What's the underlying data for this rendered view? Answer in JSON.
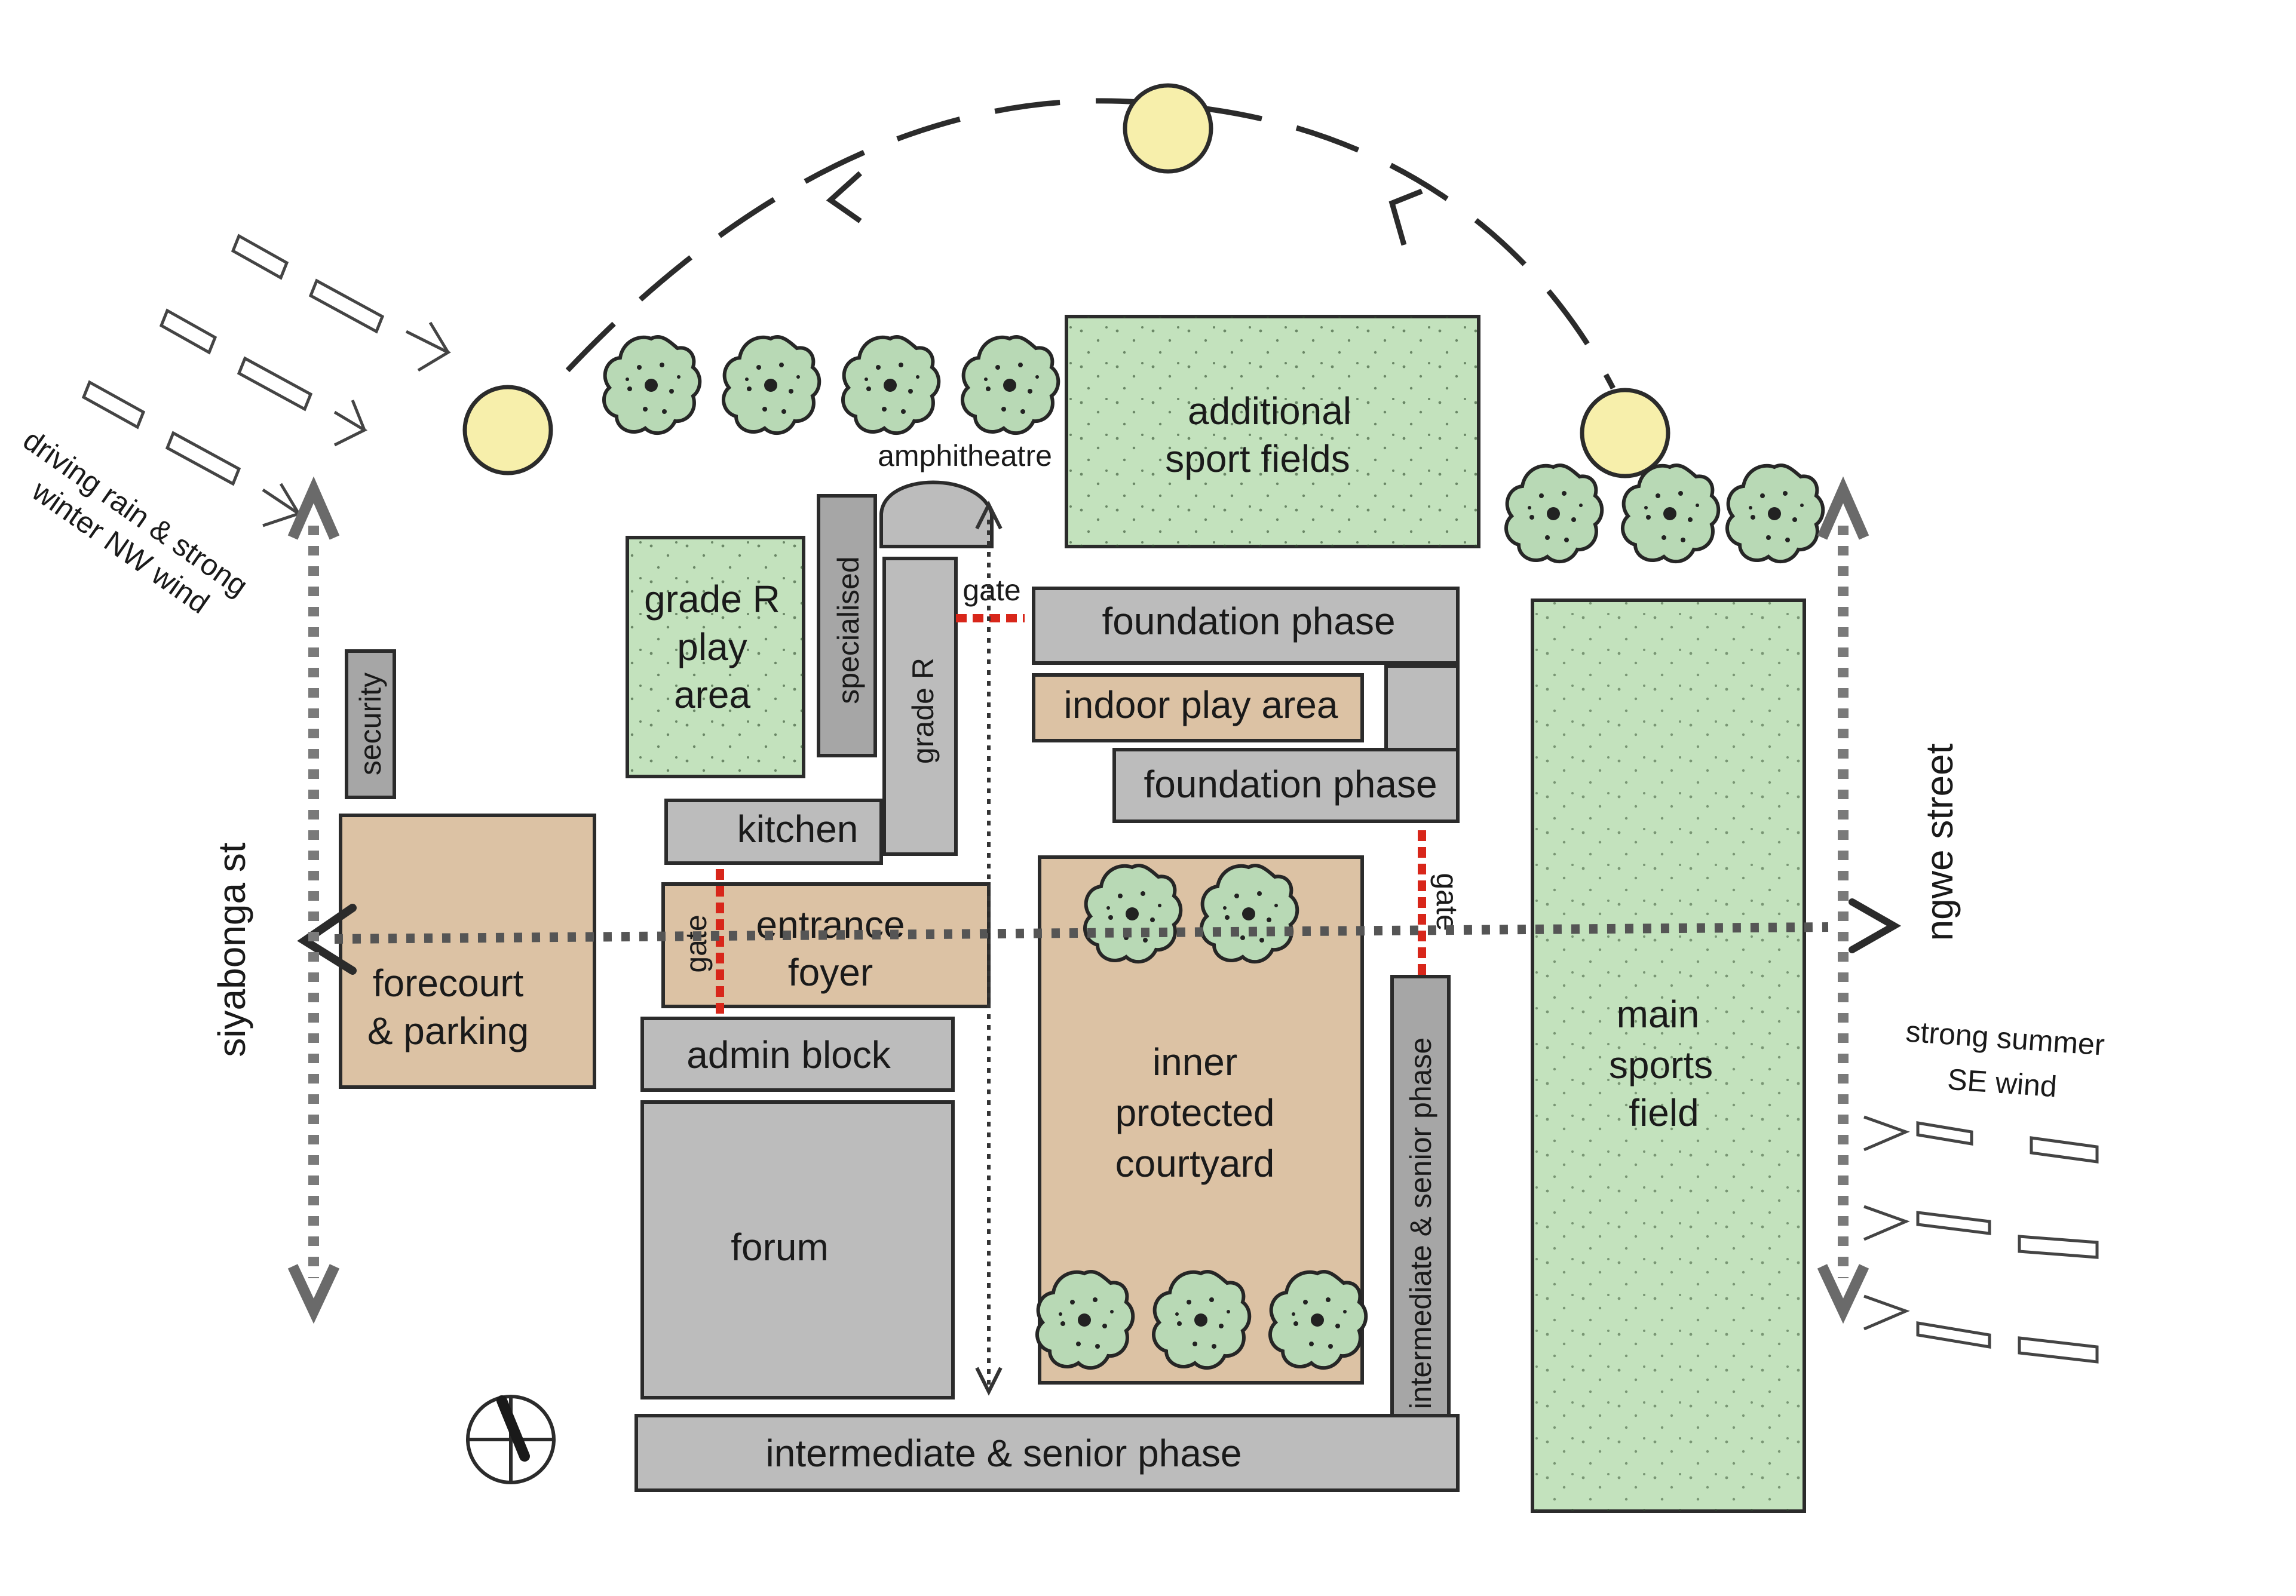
{
  "colors": {
    "grey": "#bcbcbc",
    "dark_grey": "#a6a6a6",
    "green": "#c3e2bd",
    "tan": "#dcc2a4",
    "sun": "#f7efab",
    "tree": "#b8d9b5",
    "gate": "#d8261a",
    "ink": "#2b2b2b",
    "arrow": "#7a7a7a"
  },
  "labels": {
    "additional_sport_fields_1": "additional",
    "additional_sport_fields_2": "sport fields",
    "amphitheatre": "amphitheatre",
    "grade_r_play_1": "grade R",
    "grade_r_play_2": "play",
    "grade_r_play_3": "area",
    "specialised": "specialised",
    "grade_r": "grade R",
    "gate": "gate",
    "foundation_phase": "foundation phase",
    "indoor_play_area": "indoor play area",
    "security": "security",
    "kitchen": "kitchen",
    "entrance_foyer_1": "entrance",
    "entrance_foyer_2": "foyer",
    "forecourt_1": "forecourt",
    "forecourt_2": "& parking",
    "admin_block": "admin block",
    "forum": "forum",
    "inner_courtyard_1": "inner",
    "inner_courtyard_2": "protected",
    "inner_courtyard_3": "courtyard",
    "intermediate_senior_phase": "intermediate & senior phase",
    "main_sports_field_1": "main",
    "main_sports_field_2": "sports",
    "main_sports_field_3": "field",
    "siyabonga_st": "siyabonga st",
    "ngwe_street": "ngwe street",
    "nw_wind_1": "driving rain & strong",
    "nw_wind_2": "winter NW wind",
    "se_wind_1": "strong summer",
    "se_wind_2": "SE wind"
  },
  "icons": {
    "sun": "sun-icon",
    "tree": "tree-icon",
    "north": "north-arrow-icon",
    "wind": "wind-arrow-icon"
  }
}
